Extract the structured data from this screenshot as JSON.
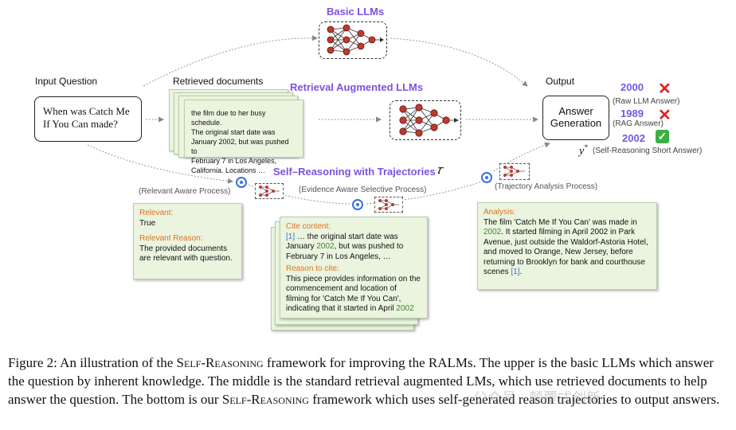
{
  "titles": {
    "basic_llms": "Basic LLMs",
    "retrieval_augmented": "Retrieval Augmented  LLMs",
    "self_reasoning": "Self–Reasoning with Trajectories",
    "tau": "𝜏"
  },
  "labels": {
    "input_question": "Input Question",
    "retrieved_documents": "Retrieved documents",
    "output": "Output"
  },
  "question": {
    "line1": "When was Catch Me",
    "line2": "If You Can made?"
  },
  "document": {
    "text": "the film due to her busy schedule.\nThe original start date was\nJanuary 2002, but was pushed to\nFebruary 7 in Los Angeles,\nCalifornia. Locations …"
  },
  "answer_box": {
    "line1": "Answer",
    "line2": "Generation"
  },
  "answers": [
    {
      "value": "2000",
      "label": "(Raw LLM Answer)",
      "mark": "✕",
      "mark_color": "#e02020"
    },
    {
      "value": "1989",
      "label": "(RAG Answer)",
      "mark": "✕",
      "mark_color": "#e02020"
    },
    {
      "value": "2002",
      "label": "",
      "mark": "✓",
      "mark_color": "#3cb043"
    }
  ],
  "self_reasoning_answer": {
    "symbol": "y*",
    "label": "(Self-Reasoning Short Answer)"
  },
  "processes": {
    "relevant": "(Relevant Aware Process)",
    "evidence": "(Evidence Aware Selective Process)",
    "trajectory": "(Trajectory Analysis Process)"
  },
  "relevant_card": {
    "relevant_label": "Relevant:",
    "relevant_value": "True",
    "reason_label": "Relevant Reason:",
    "reason_text": "The provided documents are relevant with question."
  },
  "cite_card": {
    "cite_label": "Cite content:",
    "cite_ref": "[1]",
    "cite_text_1": " … the original start date was January ",
    "cite_year": "2002",
    "cite_text_2": ", but was pushed to February 7 in Los Angeles, …",
    "reason_label": "Reason to cite:",
    "reason_text": "This piece provides information on the commencement and location of filming for 'Catch Me If You Can', indicating that it started in April ",
    "reason_year": "2002"
  },
  "analysis_card": {
    "label": "Analysis:",
    "text_1": "The film 'Catch Me If You Can' was made in ",
    "year_1": "2002",
    "text_2": ". It started filming in April 2002 in Park Avenue, just outside the Waldorf-Astoria Hotel, and moved to Orange, New Jersey, before returning to Brooklyn for bank and courthouse scenes ",
    "ref": "[1]",
    "text_3": "."
  },
  "caption": {
    "part1": "Figure 2: An illustration of the ",
    "sc1": "Self-Reasoning",
    "part2": " framework for improving the RALMs. The upper is the basic LLMs which answer the question by inherent knowledge. The middle is the standard retrieval augmented LMs, which use retrieved documents to help answer the question. The bottom is our ",
    "sc2": "Self-Reasoning",
    "part3": " framework which uses self-generated reason trajectories to output answers."
  },
  "watermark": "公众号 · 颠覆式创新",
  "colors": {
    "purple": "#7b52e0",
    "orange": "#e0731c",
    "blue": "#3b6fd0",
    "green": "#3a8a2a",
    "card_bg": "#eaf4df",
    "neuron": "#c0392b"
  }
}
